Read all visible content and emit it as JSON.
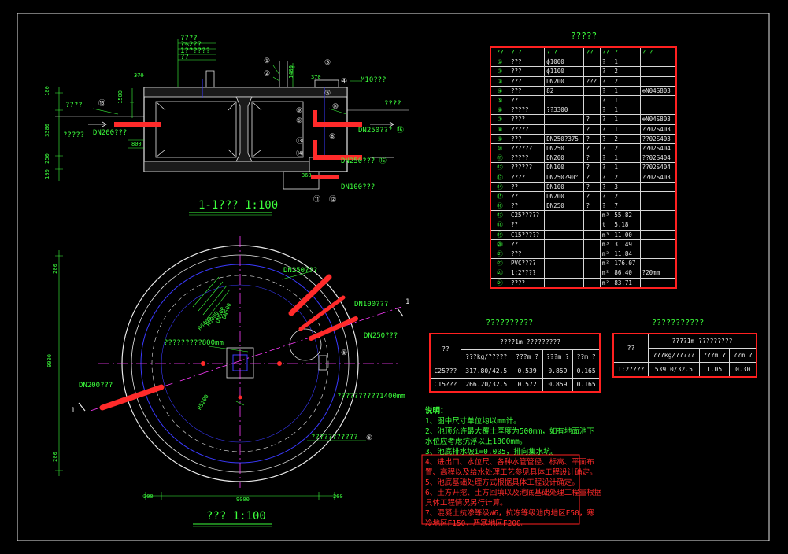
{
  "colors": {
    "background": "#000000",
    "accent": "#3cff3c",
    "highlight": "#ff2020",
    "line": "#e8e8e8",
    "pipe": "#ff2a2a",
    "blue": "#3a3aff",
    "magenta": "#ff3cff"
  },
  "drawing": {
    "section_title": "1-1??? 1:100",
    "plan_title": "??? 1:100",
    "section_labels": {
      "top_note": [
        "????",
        "?%2??",
        "1??????",
        "??"
      ],
      "dim_370": "370",
      "dim_1500": "1500",
      "dim_1400": "1400",
      "dim_180": "180",
      "dim_3380": "3380",
      "dim_250": "250",
      "dim_100": "100",
      "dim_800": "800",
      "dim_370b": "370",
      "dim_360": "360",
      "left_top": "????",
      "left_bottom": "?????",
      "dn200": "DN200???",
      "m10": "M10???",
      "right_top": "????",
      "dn250_1": "DN250??? ⑯",
      "dn250_2": "DN250??? ⑯",
      "dn100": "DN100???",
      "balloons": [
        "①",
        "②",
        "③",
        "④",
        "⑤",
        "⑨",
        "⑩",
        "⑬",
        "⑭",
        "⑮",
        "⑪",
        "⑫",
        "⑥",
        "⑧"
      ]
    },
    "plan_labels": {
      "dn250_top": "DN250???",
      "dn100": "DN100???",
      "dn250_right": "DN250???",
      "dn200_left": "DN200???",
      "dim_9000_left": "9000",
      "dim_9000_bottom": "9000",
      "dim_200_l": "200",
      "dim_200_r": "200",
      "dim_200_top": "200",
      "dim_200_bot": "200",
      "r_label": "R5200",
      "radial": [
        "DN600",
        "DN600",
        "R5000",
        "R6400"
      ],
      "mark_1400": "??????????1400mm",
      "mark_800": "?????????800mm",
      "bottom_note": "???????????",
      "balloon_5": "⑤",
      "balloon_6": "⑥",
      "section_mark_r": "1",
      "section_mark_l": "1"
    }
  },
  "materials": {
    "title": "?????",
    "header": [
      "??",
      "?  ?",
      "?  ?",
      "??",
      "??",
      "?",
      "?  ?"
    ],
    "rows": [
      [
        "①",
        "???",
        "ф1000",
        "",
        "?",
        "1",
        ""
      ],
      [
        "②",
        "???",
        "ф1100",
        "",
        "?",
        "2",
        ""
      ],
      [
        "③",
        "???",
        "DN200",
        "???",
        "?",
        "2",
        ""
      ],
      [
        "④",
        "???",
        "82",
        "",
        "?",
        "1",
        "⊕N04S803"
      ],
      [
        "⑤",
        "??",
        "",
        "",
        "?",
        "1",
        ""
      ],
      [
        "⑥",
        "?????",
        "??3300",
        "",
        "?",
        "1",
        ""
      ],
      [
        "⑦",
        "????",
        "",
        "?",
        "?",
        "1",
        "⊕N04S803"
      ],
      [
        "⑧",
        "?????",
        "",
        "?",
        "?",
        "1",
        "??02S403"
      ],
      [
        "⑨",
        "???",
        "DN250?375",
        "?",
        "?",
        "2",
        "??02S403"
      ],
      [
        "⑩",
        "??????",
        "DN250",
        "?",
        "?",
        "2",
        "??02S404"
      ],
      [
        "⑪",
        "?????",
        "DN200",
        "?",
        "?",
        "1",
        "??02S404"
      ],
      [
        "⑫",
        "??????",
        "DN100",
        "?",
        "?",
        "1",
        "??02S404"
      ],
      [
        "⑬",
        "????",
        "DN250?90°",
        "?",
        "?",
        "2",
        "??02S403"
      ],
      [
        "⑭",
        "??",
        "DN100",
        "?",
        "?",
        "3",
        ""
      ],
      [
        "⑮",
        "??",
        "DN200",
        "?",
        "?",
        "2",
        ""
      ],
      [
        "⑯",
        "??",
        "DN250",
        "?",
        "?",
        "7",
        ""
      ],
      [
        "⑰",
        "C25?????",
        "",
        "",
        "m³",
        "55.82",
        ""
      ],
      [
        "⑱",
        "??",
        "",
        "",
        "t",
        "5.18",
        ""
      ],
      [
        "⑲",
        "C15?????",
        "",
        "",
        "m³",
        "11.00",
        ""
      ],
      [
        "⑳",
        "??",
        "",
        "",
        "m³",
        "31.49",
        ""
      ],
      [
        "㉑",
        "???",
        "",
        "",
        "m²",
        "11.84",
        ""
      ],
      [
        "㉒",
        "PVC????",
        "",
        "",
        "m²",
        "176.07",
        ""
      ],
      [
        "㉓",
        "1:2????",
        "",
        "",
        "m²",
        "86.40",
        "?20mm"
      ],
      [
        "㉔",
        "????",
        "",
        "",
        "m²",
        "83.71",
        ""
      ]
    ]
  },
  "concrete_mix": {
    "title": "??????????",
    "col0": "??",
    "group": "????1m ?????????",
    "sub": [
      "???kg/?????",
      "???m ?",
      "???m ?",
      "??m ?"
    ],
    "rows": [
      [
        "C25???",
        "317.80/42.5",
        "0.539",
        "0.859",
        "0.165"
      ],
      [
        "C15???",
        "266.20/32.5",
        "0.572",
        "0.859",
        "0.165"
      ]
    ]
  },
  "mortar_mix": {
    "title": "???????????",
    "col0": "??",
    "group": "????1m ?????????",
    "sub": [
      "???kg/?????",
      "???m ?",
      "??m ?"
    ],
    "rows": [
      [
        "1:2????",
        "539.0/32.5",
        "1.05",
        "0.30"
      ]
    ]
  },
  "notes": {
    "title": "说明：",
    "lines": [
      {
        "text": "1、图中尺寸单位均以mm计。",
        "color": "green"
      },
      {
        "text": "2、池顶允许最大覆土厚度为500mm，如有地面池下",
        "color": "green"
      },
      {
        "text": "水位应考虑抗浮以上1800mm。",
        "color": "green"
      },
      {
        "text": "3、池底排水坡i=0.005，排向集水坑。",
        "color": "green"
      },
      {
        "text": "4、进出口、水位尺、各种水管管径、标高、平面布",
        "color": "red"
      },
      {
        "text": "置、高程以及给水处理工艺参见具体工程设计确定。",
        "color": "red"
      },
      {
        "text": "5、池底基础处理方式根据具体工程设计确定。",
        "color": "red"
      },
      {
        "text": "6、土方开挖、土方回填以及池底基础处理工程量根据",
        "color": "red"
      },
      {
        "text": "具体工程情况另行计算。",
        "color": "red"
      },
      {
        "text": "7、混凝土抗渗等级W6，抗冻等级池内地区F50，寒",
        "color": "red"
      },
      {
        "text": "冷地区F150，严寒地区F200。",
        "color": "red"
      }
    ]
  }
}
